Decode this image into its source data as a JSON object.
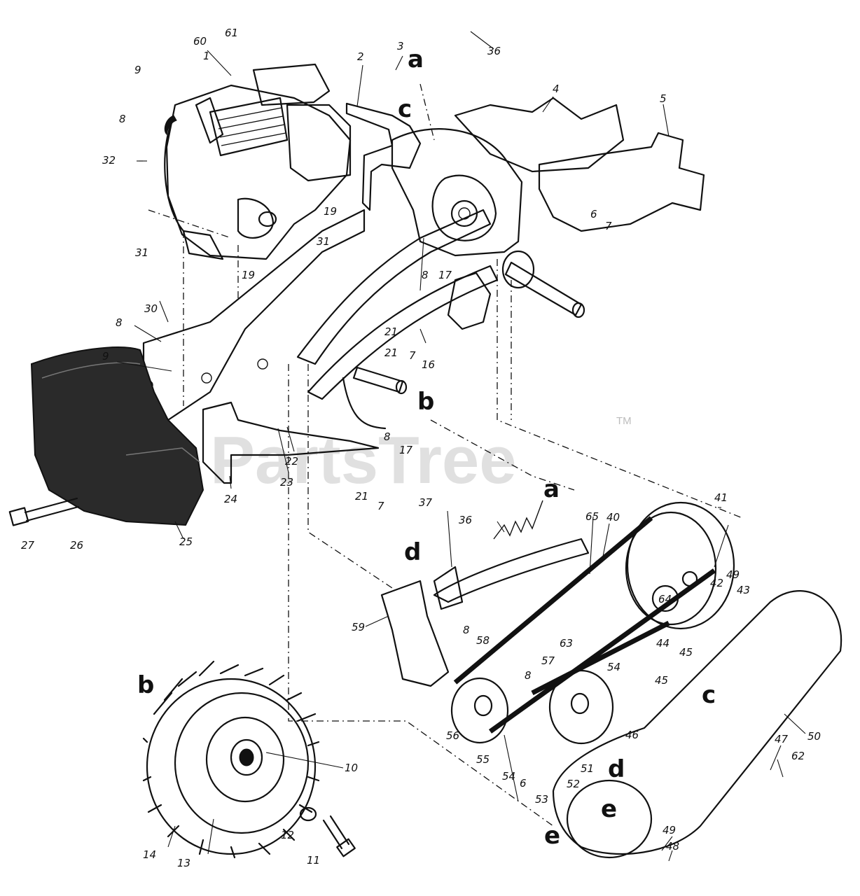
{
  "watermark": {
    "text": "PartsTree",
    "trademark": "TM"
  },
  "letters": [
    "a",
    "c",
    "b",
    "a",
    "d",
    "b",
    "c",
    "d",
    "e",
    "e"
  ],
  "part_numbers": [
    "60",
    "61",
    "3",
    "36",
    "2",
    "4",
    "5",
    "9",
    "1",
    "8",
    "32",
    "19",
    "31",
    "31",
    "19",
    "30",
    "8",
    "9",
    "6",
    "7",
    "8",
    "17",
    "21",
    "7",
    "16",
    "21",
    "22",
    "23",
    "8",
    "17",
    "21",
    "7",
    "24",
    "27",
    "26",
    "25",
    "37",
    "36",
    "65",
    "40",
    "41",
    "42",
    "49",
    "43",
    "59",
    "8",
    "58",
    "64",
    "63",
    "44",
    "45",
    "54",
    "45",
    "57",
    "8",
    "56",
    "55",
    "54",
    "6",
    "53",
    "52",
    "51",
    "46",
    "50",
    "47",
    "62",
    "49",
    "48",
    "10",
    "14",
    "13",
    "12",
    "11"
  ]
}
